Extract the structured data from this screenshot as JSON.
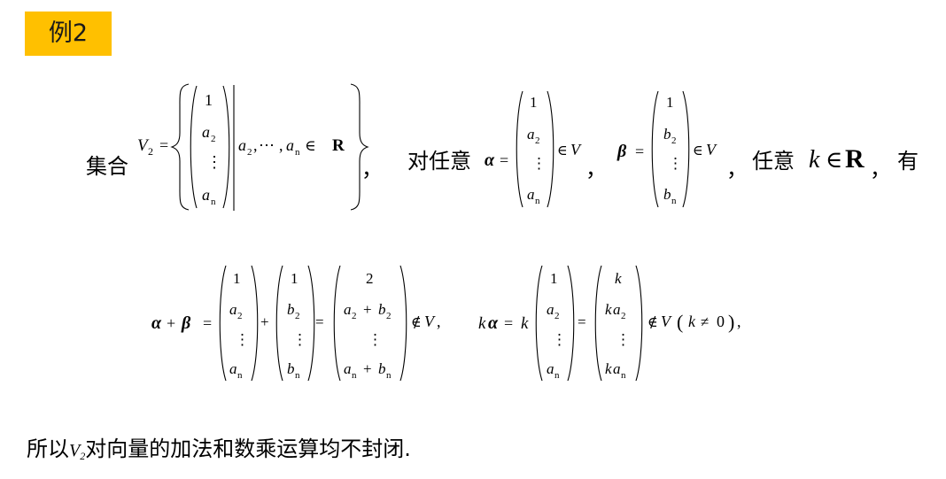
{
  "badge": "例2",
  "line1": {
    "jihe": "集合",
    "V": "V",
    "V_sub": "2",
    "eq": "=",
    "vec": [
      "1",
      "a",
      "⋮",
      "a"
    ],
    "vec_sub": [
      "",
      "2",
      "",
      "n"
    ],
    "cond_a2": "a",
    "cond_a2_sub": "2",
    "cond_comma1": ",",
    "cond_dots": "⋯",
    "cond_comma2": ",",
    "cond_an": "a",
    "cond_an_sub": "n",
    "cond_in": "∈",
    "R": "R",
    "comma_cn": "，",
    "dui_renyi": "对任意",
    "alpha": "α",
    "alpha_eq": "=",
    "alpha_vec": [
      "1",
      "a",
      "⋮",
      "a"
    ],
    "alpha_vec_sub": [
      "",
      "2",
      "",
      "n"
    ],
    "alpha_in": "∈",
    "alpha_V": "V",
    "comma2": "，",
    "beta": "β",
    "beta_eq": "=",
    "beta_vec": [
      "1",
      "b",
      "⋮",
      "b"
    ],
    "beta_vec_sub": [
      "",
      "2",
      "",
      "n"
    ],
    "beta_in": "∈",
    "beta_V": "V",
    "comma3": "，",
    "renyi": "任意",
    "k": "k",
    "k_in": "∈",
    "k_R": "R",
    "you_comma": "，",
    "you": "有"
  },
  "line2": {
    "alpha": "α",
    "plus": "+",
    "beta": "β",
    "eq": "=",
    "v1": [
      "1",
      "a",
      "⋮",
      "a"
    ],
    "v1_sub": [
      "",
      "2",
      "",
      "n"
    ],
    "plus2": "+",
    "v2": [
      "1",
      "b",
      "⋮",
      "b"
    ],
    "v2_sub": [
      "",
      "2",
      "",
      "n"
    ],
    "eq2": "=",
    "v3_top": "2",
    "v3_r2_a": "a",
    "v3_r2_a_sub": "2",
    "v3_r2_plus": "+",
    "v3_r2_b": "b",
    "v3_r2_b_sub": "2",
    "v3_dots": "⋮",
    "v3_r4_a": "a",
    "v3_r4_a_sub": "n",
    "v3_r4_plus": "+",
    "v3_r4_b": "b",
    "v3_r4_b_sub": "n",
    "notin": "∉",
    "V": "V",
    "comma": ",",
    "k": "k",
    "alpha2": "α",
    "eq3": "=",
    "k2": "k",
    "v4": [
      "1",
      "a",
      "⋮",
      "a"
    ],
    "v4_sub": [
      "",
      "2",
      "",
      "n"
    ],
    "eq4": "=",
    "v5_top": "k",
    "v5_r2_k": "k",
    "v5_r2_a": "a",
    "v5_r2_sub": "2",
    "v5_dots": "⋮",
    "v5_r4_k": "k",
    "v5_r4_a": "a",
    "v5_r4_sub": "n",
    "notin2": "∉",
    "V2": "V",
    "lparen": "(",
    "kk": "k",
    "neq": "≠",
    "zero": "0",
    "rparen": ")",
    "comma_end": ","
  },
  "final": {
    "pre": "所以",
    "V": "V",
    "V_sub": "2",
    "post": "对向量的加法和数乘运算均不封闭."
  }
}
